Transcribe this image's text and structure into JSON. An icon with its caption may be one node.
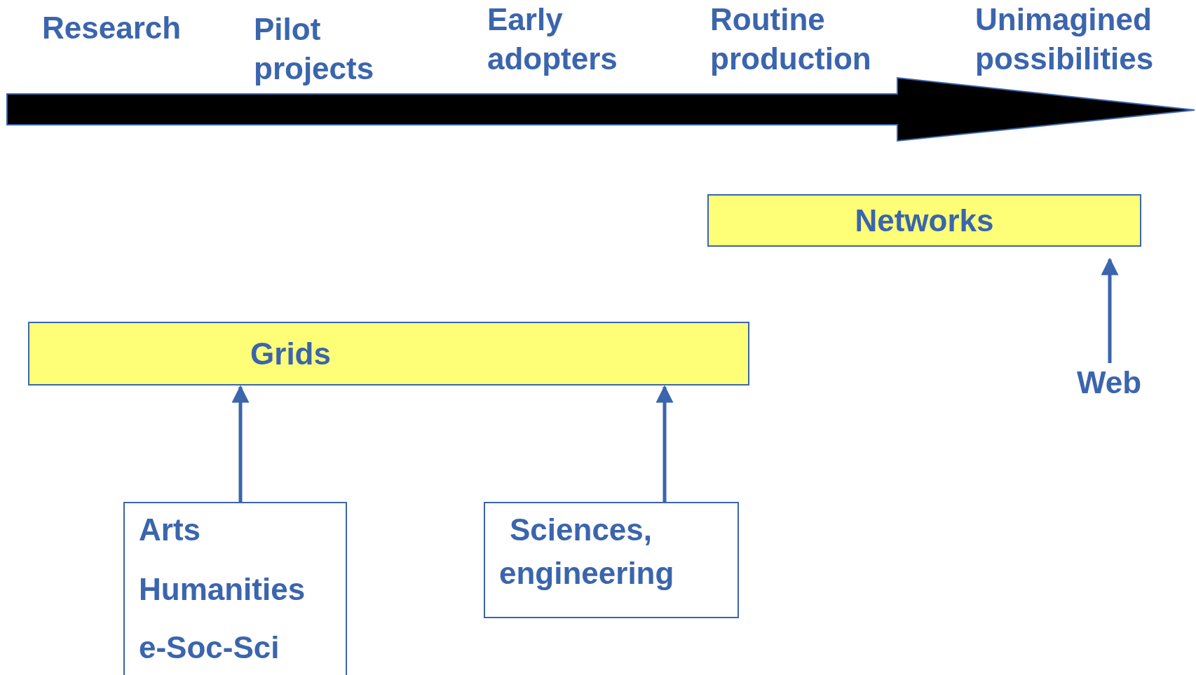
{
  "diagram": {
    "nodes": [
      {
        "text": [
          "Networks"
        ]
      },
      {
        "text": [
          "Web"
        ]
      },
      {
        "text": [
          "Grids"
        ]
      },
      {
        "text": [
          "Arts",
          "Humanities",
          "e-Soc-Sci"
        ]
      },
      {
        "text": [
          "Sciences,",
          "engineering"
        ]
      }
    ],
    "edges": [
      {
        "from": 1,
        "to": 0,
        "arrow": "to"
      },
      {
        "from": 3,
        "to": 2,
        "arrow": "to"
      },
      {
        "from": 4,
        "to": 2,
        "arrow": "to"
      }
    ],
    "labels": [
      "Research",
      "Pilot projects",
      "Early adopters",
      "Routine production",
      "Unimagined possibilities"
    ]
  }
}
